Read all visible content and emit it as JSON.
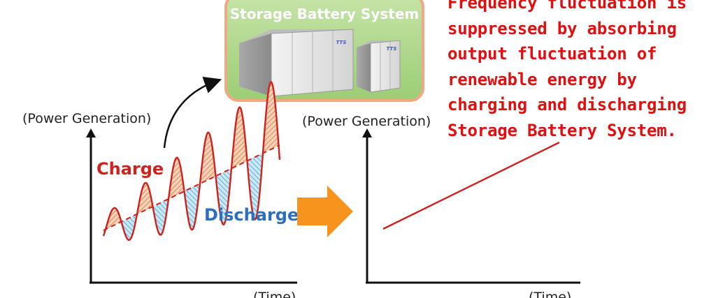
{
  "storage_box": {
    "title": "Storage Battery System",
    "brand_mark": "TTS"
  },
  "left_chart": {
    "ylabel": "(Power Generation)",
    "xlabel": "(Time)",
    "charge_label": "Charge",
    "discharge_label": "Discharge"
  },
  "right_chart": {
    "ylabel": "(Power Generation)",
    "xlabel": "(Time)"
  },
  "description": {
    "lines": [
      "Frequency fluctuation is",
      "suppressed by absorbing",
      "output fluctuation of",
      "renewable energy by",
      "charging and discharging",
      "Storage Battery System."
    ]
  },
  "colors": {
    "wave": "#d0211c",
    "trend": "#d0211c",
    "charge_fill": "#e8a070",
    "discharge_fill": "#7fc4e6",
    "arrow": "#f7941d",
    "box_fill": "#b9dc9a",
    "box_border": "#f2a882"
  }
}
